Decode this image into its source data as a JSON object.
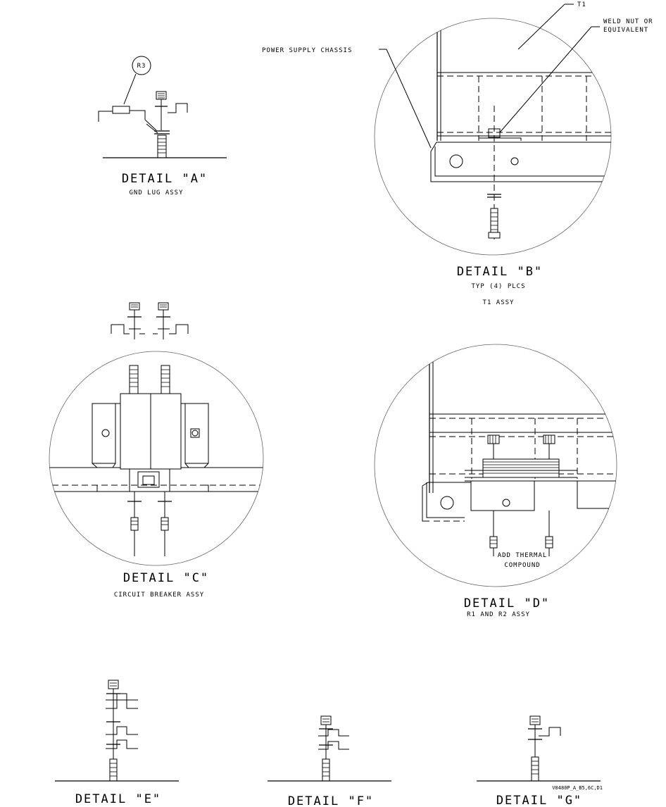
{
  "details": {
    "a": {
      "title": "DETAIL \"A\"",
      "subtitle": "GND LUG ASSY",
      "bubble": "R3"
    },
    "b": {
      "title": "DETAIL \"B\"",
      "subtitle": "TYP (4) PLCS",
      "subtitle2": "T1 ASSY",
      "callout_t1": "T1",
      "callout_weld1": "WELD NUT OR",
      "callout_weld2": "EQUIVALENT",
      "callout_chassis": "POWER SUPPLY CHASSIS"
    },
    "c": {
      "title": "DETAIL \"C\"",
      "subtitle": "CIRCUIT BREAKER ASSY"
    },
    "d": {
      "title": "DETAIL \"D\"",
      "subtitle": "R1 AND R2 ASSY",
      "note1": "ADD THERMAL",
      "note2": "COMPOUND"
    },
    "e": {
      "title": "DETAIL \"E\""
    },
    "f": {
      "title": "DETAIL \"F\""
    },
    "g": {
      "title": "DETAIL \"G\"",
      "drawing_ref": "V0480P_A_B5,6C,D1"
    }
  },
  "colors": {
    "line": "#000000",
    "background": "#ffffff"
  }
}
